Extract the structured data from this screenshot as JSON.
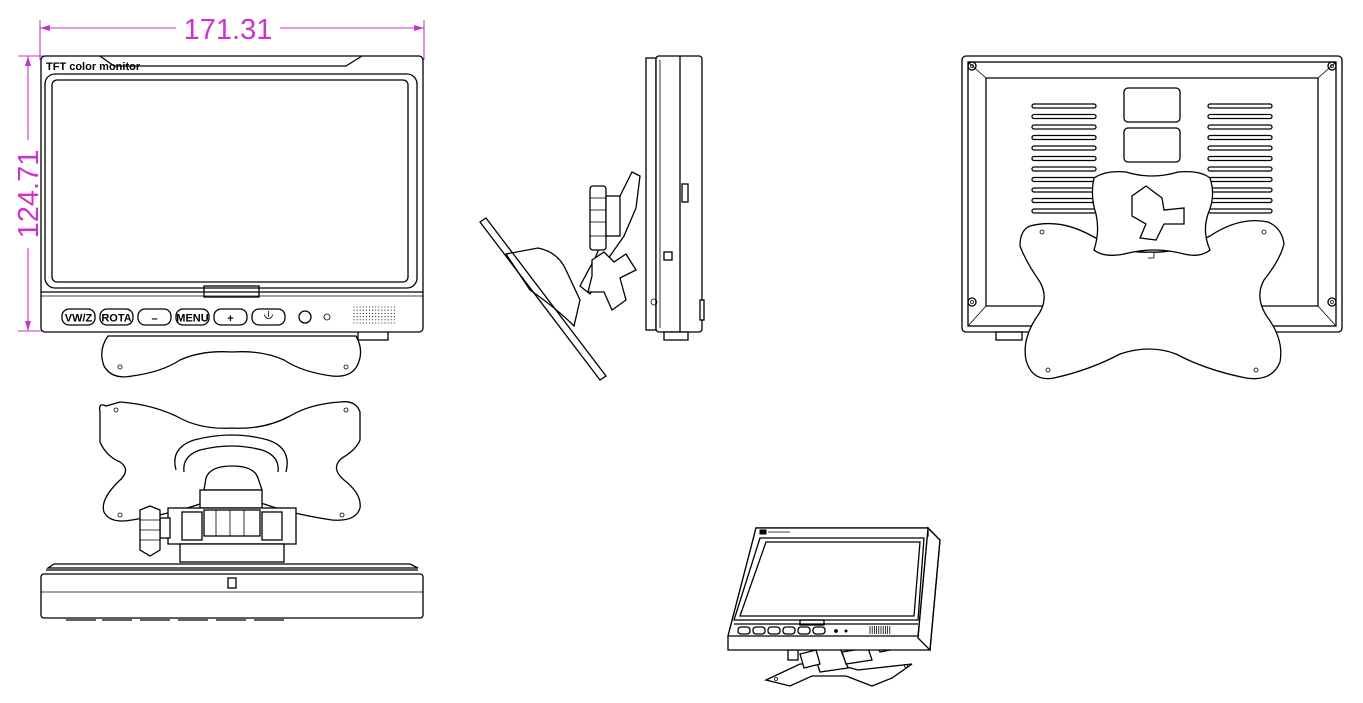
{
  "dimensions": {
    "width": "171.31",
    "height": "124.71",
    "color": "#cc33cc"
  },
  "front": {
    "brand_text": "TFT color monitor",
    "buttons": [
      "VW/Z",
      "ROTA",
      "–",
      "MENU",
      "+",
      "power-icon"
    ]
  },
  "line_color": "#000000"
}
